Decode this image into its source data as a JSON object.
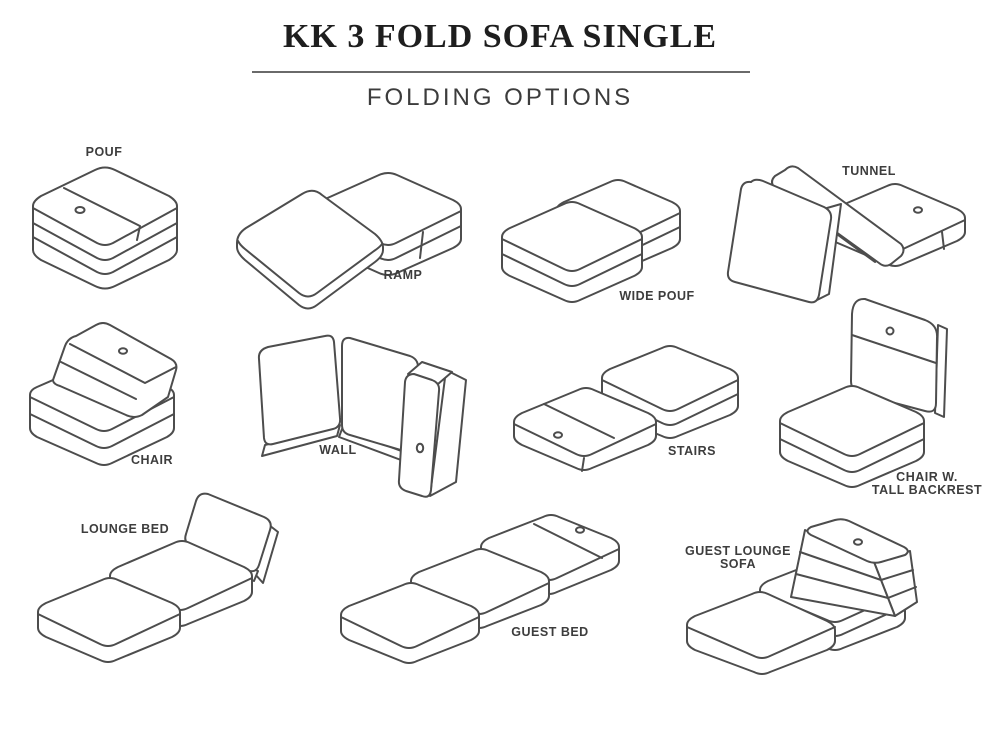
{
  "page": {
    "title": "KK 3 FOLD SOFA SINGLE",
    "subtitle": "FOLDING OPTIONS"
  },
  "style": {
    "ink_color": "#4d4d4d",
    "label_color": "#3d3d3d",
    "title_color": "#1e1e1e",
    "divider_color": "#6a6a6a",
    "background": "#ffffff"
  },
  "options": [
    {
      "id": "pouf",
      "label": "POUF"
    },
    {
      "id": "ramp",
      "label": "RAMP"
    },
    {
      "id": "wide-pouf",
      "label": "WIDE POUF"
    },
    {
      "id": "tunnel",
      "label": "TUNNEL"
    },
    {
      "id": "chair",
      "label": "CHAIR"
    },
    {
      "id": "wall",
      "label": "WALL"
    },
    {
      "id": "stairs",
      "label": "STAIRS"
    },
    {
      "id": "chair-w-tall-backrest",
      "label": "CHAIR W.\nTALL BACKREST"
    },
    {
      "id": "lounge-bed",
      "label": "LOUNGE BED"
    },
    {
      "id": "guest-bed",
      "label": "GUEST BED"
    },
    {
      "id": "guest-lounge-sofa",
      "label": "GUEST LOUNGE\nSOFA"
    }
  ]
}
